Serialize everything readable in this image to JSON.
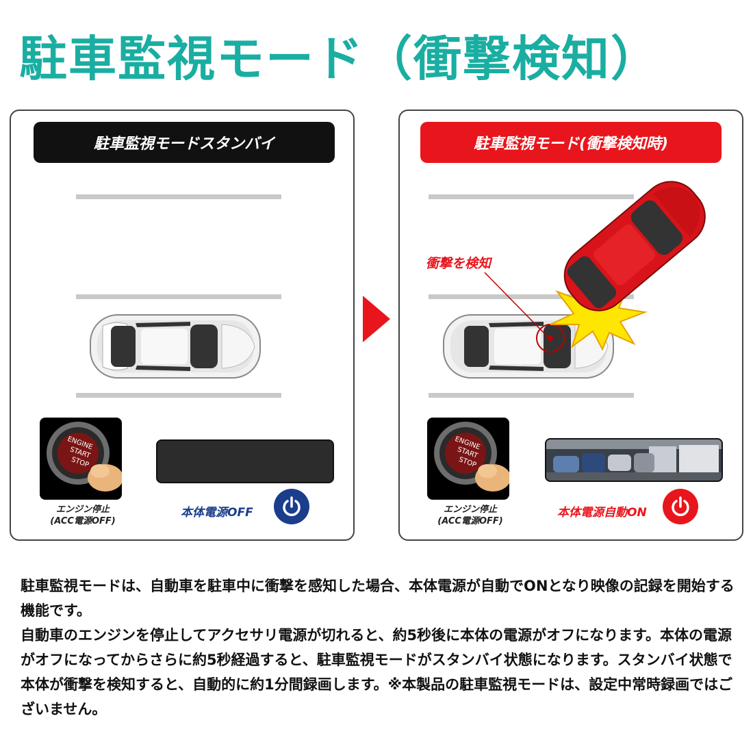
{
  "title": "駐車監視モード（衝撃検知）",
  "left_panel": {
    "header": "駐車監視モードスタンバイ",
    "button_label_lines": [
      "ENGINE",
      "START",
      "STOP"
    ],
    "engine_caption_line1": "エンジン停止",
    "engine_caption_line2": "(ACC電源OFF)",
    "power_label": "本体電源OFF",
    "power_color": "#1b3e8c"
  },
  "right_panel": {
    "header": "駐車監視モード(衝撃検知時)",
    "impact_label": "衝撃を検知",
    "button_label_lines": [
      "ENGINE",
      "START",
      "STOP"
    ],
    "engine_caption_line1": "エンジン停止",
    "engine_caption_line2": "(ACC電源OFF)",
    "power_label": "本体電源自動ON",
    "power_color": "#e8161c"
  },
  "colors": {
    "title": "#1aaea2",
    "accent_red": "#e8161c",
    "car_white": "#eeeeee",
    "car_red": "#d8141a"
  },
  "description": {
    "para1": "駐車監視モードは、自動車を駐車中に衝撃を感知した場合、本体電源が自動でONとなり映像の記録を開始する機能です。",
    "para2": "自動車のエンジンを停止してアクセサリ電源が切れると、約5秒後に本体の電源がオフになります。本体の電源がオフになってからさらに約5秒経過すると、駐車監視モードがスタンバイ状態になります。スタンバイ状態で本体が衝撃を検知すると、自動的に約1分間録画します。※本製品の駐車監視モードは、設定中常時録画ではございません。"
  }
}
